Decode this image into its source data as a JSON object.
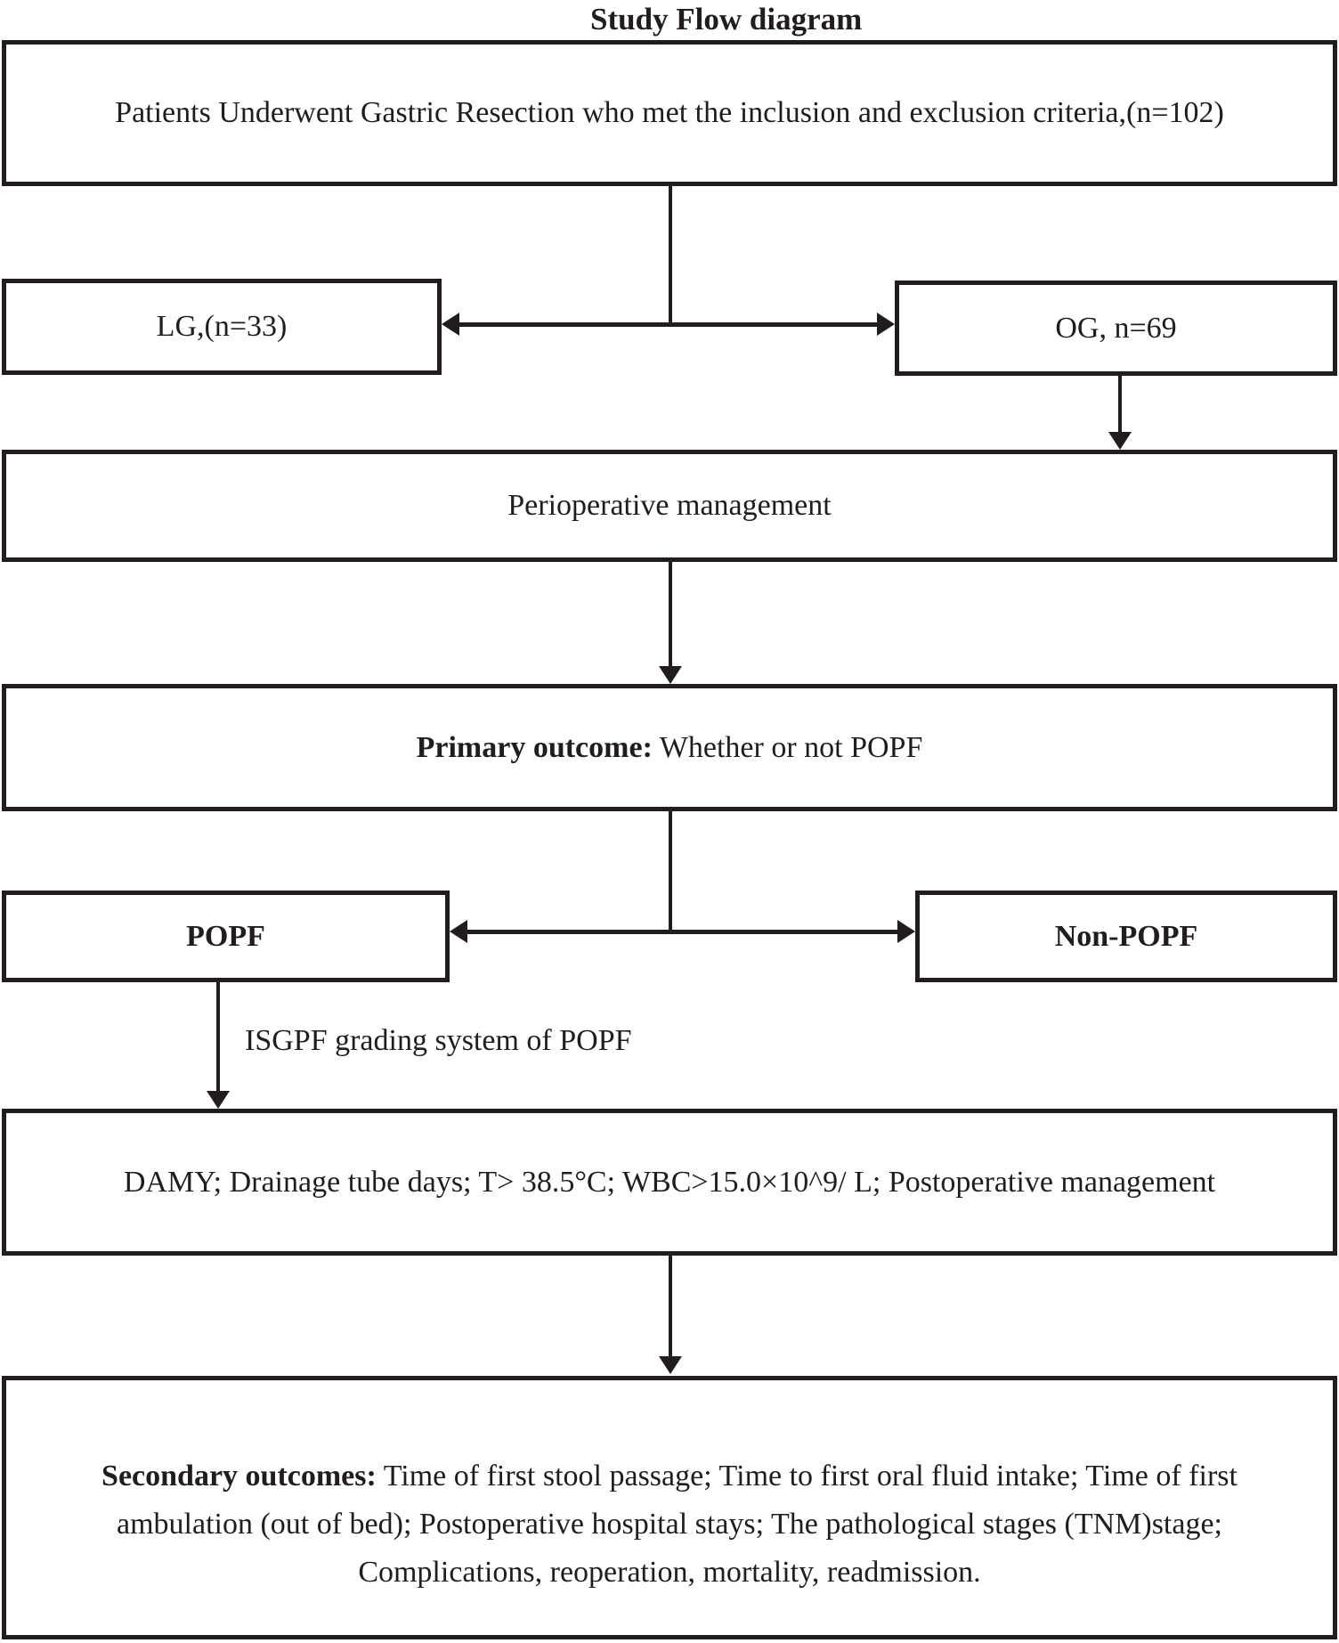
{
  "title": "Study Flow diagram",
  "boxes": {
    "patients": {
      "text": "Patients Underwent Gastric Resection who met the inclusion and exclusion criteria,(n=102)"
    },
    "lg": {
      "text": "LG,(n=33)"
    },
    "og": {
      "text": "OG, n=69"
    },
    "perioperative": {
      "text": "Perioperative management"
    },
    "primary": {
      "label_bold": "Primary outcome:",
      "label_rest": " Whether or not POPF"
    },
    "popf": {
      "text": "POPF"
    },
    "non_popf": {
      "text": "Non-POPF"
    },
    "damy": {
      "text": "DAMY; Drainage tube days; T> 38.5°C; WBC>15.0×10^9/ L; Postoperative management"
    },
    "secondary": {
      "label_bold": "Secondary outcomes:",
      "line1_rest": " Time of first stool passage; Time to first oral fluid intake; Time of first",
      "line2": "ambulation (out of bed); Postoperative hospital stays; The pathological stages (TNM)stage;",
      "line3": "Complications, reoperation, mortality, readmission."
    }
  },
  "labels": {
    "isgpf": "ISGPF grading system of POPF"
  },
  "colors": {
    "ink": "#211d1e",
    "background": "#ffffff"
  }
}
